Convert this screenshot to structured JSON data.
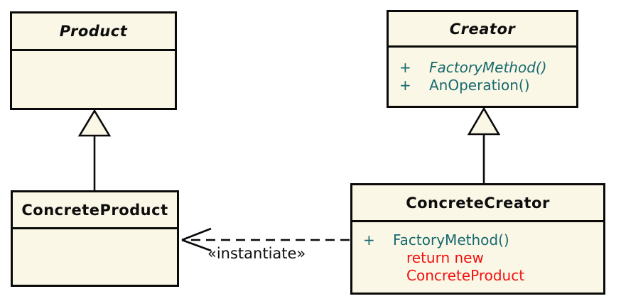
{
  "diagram": {
    "kind": "uml-class-diagram",
    "pattern": "Factory Method",
    "colors": {
      "background": "#ffffff",
      "box_fill": "#fbf7e6",
      "box_border": "#0a0a0a",
      "title_text": "#0d0d0d",
      "method_text": "#15696d",
      "note_text": "#f20f0f",
      "connector": "#0a0a0a"
    },
    "classes": {
      "product": {
        "name": "Product",
        "abstract": true,
        "methods": []
      },
      "creator": {
        "name": "Creator",
        "abstract": true,
        "methods": [
          {
            "visibility": "+",
            "name": "FactoryMethod()",
            "abstract": true
          },
          {
            "visibility": "+",
            "name": "AnOperation()",
            "abstract": false
          }
        ]
      },
      "concrete_product": {
        "name": "ConcreteProduct",
        "abstract": false,
        "methods": []
      },
      "concrete_creator": {
        "name": "ConcreteCreator",
        "abstract": false,
        "methods": [
          {
            "visibility": "+",
            "name": "FactoryMethod()",
            "abstract": false
          }
        ],
        "note_lines": [
          "return new",
          "ConcreteProduct"
        ]
      }
    },
    "relationships": {
      "generalization_product": "ConcreteProduct --|> Product",
      "generalization_creator": "ConcreteCreator --|> Creator",
      "dependency": "ConcreteCreator ..> ConcreteProduct",
      "instantiate_label": "«instantiate»"
    }
  }
}
